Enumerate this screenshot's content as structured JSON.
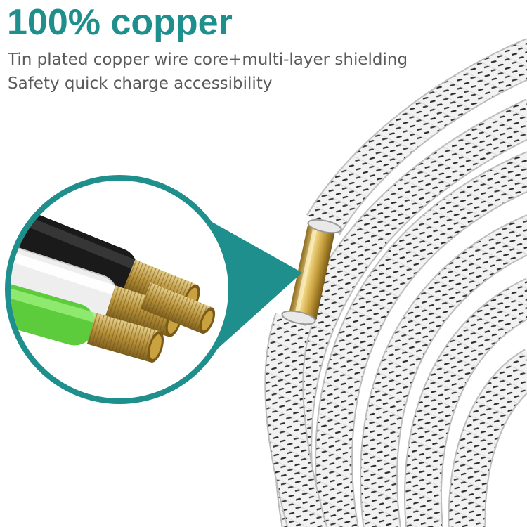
{
  "headline": "100% copper",
  "features": [
    "Tin plated copper wire core+multi-layer shielding",
    "Safety quick charge accessibility"
  ],
  "colors": {
    "accent": "#1e8f8c",
    "body_text": "#5a5a5a",
    "braid_dark": "#2c2c2c",
    "braid_light": "#f4f4f4",
    "copper_gold": "#c9a23f",
    "wire_black": "#1a1a1a",
    "wire_white": "#eeeeee",
    "wire_green": "#5ccb3c"
  }
}
